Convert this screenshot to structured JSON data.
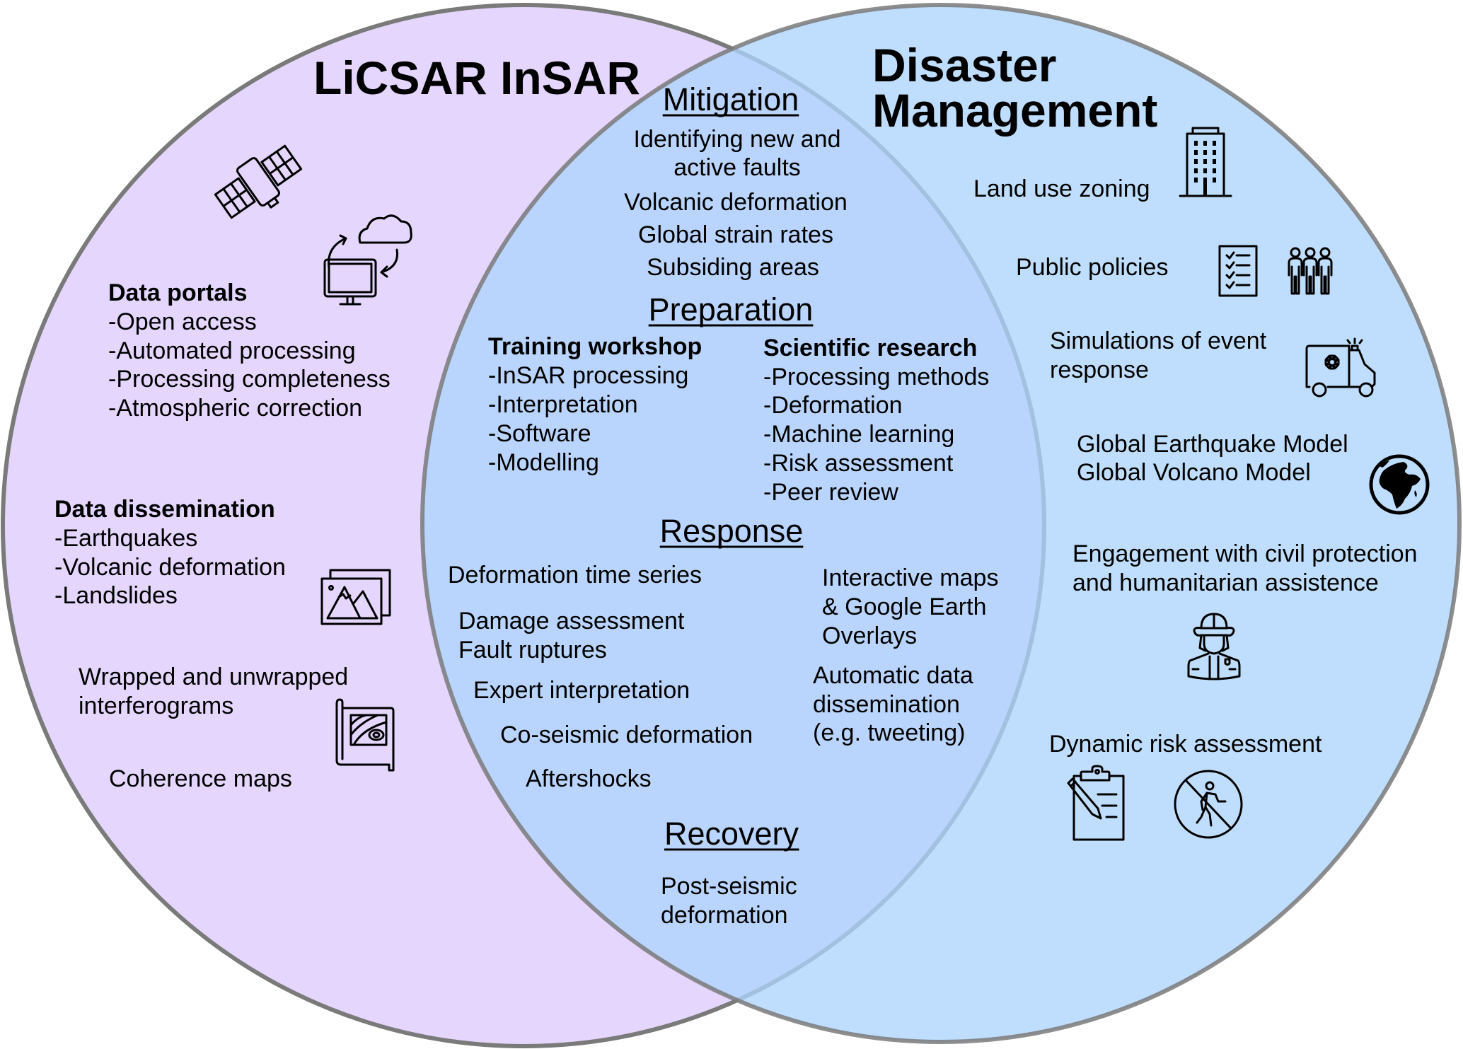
{
  "colors": {
    "licsar_fill": "#e5d6fe",
    "disaster_fill": "#add5fd",
    "overlap_fill": "#bfbffc",
    "circle_stroke": "#7a7a7a"
  },
  "licsar": {
    "title": "LiCSAR InSAR",
    "data_portals": {
      "heading": "Data portals",
      "items": [
        "-Open access",
        "-Automated processing",
        "-Processing completeness",
        "-Atmospheric correction"
      ]
    },
    "data_dissemination": {
      "heading": "Data dissemination",
      "items": [
        "-Earthquakes",
        "-Volcanic deformation",
        "-Landslides"
      ]
    },
    "interferograms": [
      "Wrapped and unwrapped",
      "interferograms"
    ],
    "coherence": "Coherence maps",
    "icons": [
      "satellite-icon",
      "cloud-sync-monitor-icon",
      "image-gallery-icon",
      "topographic-map-icon"
    ]
  },
  "overlap": {
    "mitigation": {
      "heading": "Mitigation",
      "items": [
        "Identifying new and",
        "active faults",
        "Volcanic deformation",
        "Global strain rates",
        "Subsiding areas"
      ]
    },
    "preparation": {
      "heading": "Preparation",
      "training": {
        "heading": "Training workshop",
        "items": [
          "-InSAR processing",
          "-Interpretation",
          "-Software",
          "-Modelling"
        ]
      },
      "research": {
        "heading": "Scientific research",
        "items": [
          "-Processing methods",
          "-Deformation",
          "-Machine learning",
          "-Risk assessment",
          "-Peer review"
        ]
      }
    },
    "response": {
      "heading": "Response",
      "left_items": [
        "Deformation time series",
        "Damage assessment",
        "Fault ruptures",
        "Expert interpretation",
        "Co-seismic deformation",
        "Aftershocks"
      ],
      "interactive_maps": [
        "Interactive maps",
        "& Google Earth",
        "Overlays"
      ],
      "automatic_dissemination": [
        "Automatic data",
        "dissemination",
        "(e.g. tweeting)"
      ]
    },
    "recovery": {
      "heading": "Recovery",
      "items": [
        "Post-seismic",
        "deformation"
      ]
    }
  },
  "disaster": {
    "title_lines": [
      "Disaster",
      "Management"
    ],
    "land_use": "Land use zoning",
    "public_policies": "Public policies",
    "simulations": [
      "Simulations of event",
      "response"
    ],
    "global_models": [
      "Global Earthquake Model",
      "Global Volcano Model"
    ],
    "engagement": [
      "Engagement with civil protection",
      "and humanitarian assistence"
    ],
    "dynamic_risk": "Dynamic risk assessment",
    "icons": [
      "building-icon",
      "checklist-icon",
      "people-group-icon",
      "ambulance-icon",
      "globe-icon",
      "firefighter-icon",
      "clipboard-pencil-icon",
      "no-pedestrian-icon"
    ]
  }
}
